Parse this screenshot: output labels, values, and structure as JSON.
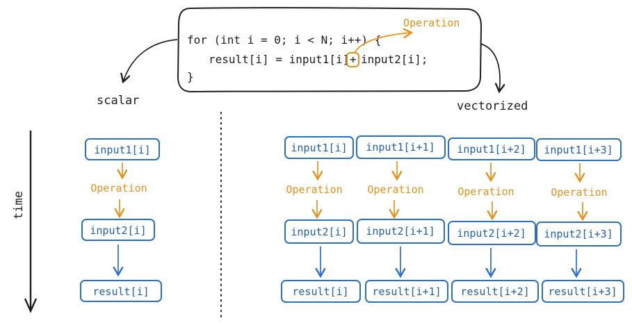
{
  "code": {
    "line1": "for (int i = 0; i < N; i++) {",
    "line2_prefix": "result[i] = input1[i]",
    "line2_operator": "+",
    "line2_suffix": "input2[i];",
    "line3": "}"
  },
  "labels": {
    "operation_callout": "Operation",
    "scalar": "scalar",
    "vectorized": "vectorized",
    "time": "time"
  },
  "scalar": {
    "input1": "input1[i]",
    "operation": "Operation",
    "input2": "input2[i]",
    "result": "result[i]"
  },
  "vector": {
    "input1": [
      "input1[i]",
      "input1[i+1]",
      "input1[i+2]",
      "input1[i+3]"
    ],
    "operation": [
      "Operation",
      "Operation",
      "Operation",
      "Operation"
    ],
    "input2": [
      "input2[i]",
      "input2[i+1]",
      "input2[i+2]",
      "input2[i+3]"
    ],
    "result": [
      "result[i]",
      "result[i+1]",
      "result[i+2]",
      "result[i+3]"
    ]
  },
  "colors": {
    "ink": "#1d1d1d",
    "blue": "#2b6fc0",
    "orange": "#e6911b"
  }
}
